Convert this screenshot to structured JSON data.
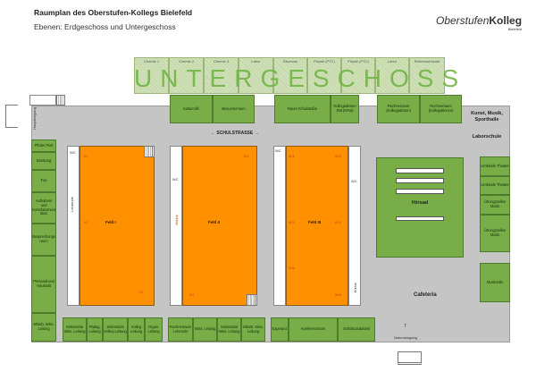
{
  "header": {
    "title": "Raumplan des Oberstufen-Kollegs Bielefeld",
    "subtitle": "Ebenen: Erdgeschoss und Untergeschoss",
    "logo_a": "Oberstufen",
    "logo_b": "Kolleg",
    "logo_c": "Bielefeld"
  },
  "untergeschoss": {
    "label": "UNTERGESCHOSS",
    "rooms": [
      "Chemie 1",
      "Chemie 2",
      "Chemie 3",
      "Labor",
      "Ökoraum",
      "Physik (PTC)",
      "Physik (PTC)",
      "Labor",
      "Elektrowerkstatt"
    ]
  },
  "top_rooms": [
    "Kulturcafé",
    "Besucherraum",
    "Raum Schulstraße",
    "Kollegiatinnen Rat (KRat)",
    "Rechnerraum (Kollegiatinnen)",
    "Rechnerraum (Kollegiatinnen)"
  ],
  "left_rooms": [
    "Pforte/ Post",
    "Beratung",
    "Fax",
    "Aufnahme und Kursdokumentation",
    "Besprechungsraum",
    "Personal und Haushalt",
    "Mitarb. Wiss. Leitung"
  ],
  "bottom_rooms": [
    "Sekretariat Wiss. Leitung",
    "Pädag. Leitung",
    "Sekretariat Kolleg Leitung",
    "Kolleg Leitung",
    "Organ. Leitung",
    "Rechnerraum Lehrende",
    "Wiss. Leitung",
    "Sekretariat Wiss. Leitung",
    "Mitarb. Wiss. Leitung",
    "Experanz",
    "Konferenzraum",
    "Schulsozialarbeit"
  ],
  "right_rooms": [
    "Umkleide Theater",
    "Umkleide Theater",
    "Übungszellen Musik",
    "Übungszellen Musik",
    "Musikzelle"
  ],
  "fields": {
    "f1": "Feld I",
    "f2": "Feld II",
    "f3": "Feld III",
    "l1": "I/1",
    "l2": "I/2",
    "l3": "I/3",
    "l21": "II/1",
    "l22": "II/2",
    "l31": "III/1",
    "l32": "III/2",
    "l33": "III/3",
    "l34": "III/4",
    "l35": "III/5",
    "l36": "III/6"
  },
  "labels": {
    "wc": "WC",
    "lehrende": "Lehrende",
    "buehne": "Bühne",
    "kueche": "Küche",
    "schulstrasse": "SCHULSTRASSE",
    "haupteingang": "Haupteingang",
    "nebeneingang": "Nebeneingang",
    "hoersaal": "Hörsaal",
    "cafeteria": "Cafeteria",
    "kunst": "Kunst, Musik, Sporthalle",
    "laborschule": "Laborschule"
  }
}
